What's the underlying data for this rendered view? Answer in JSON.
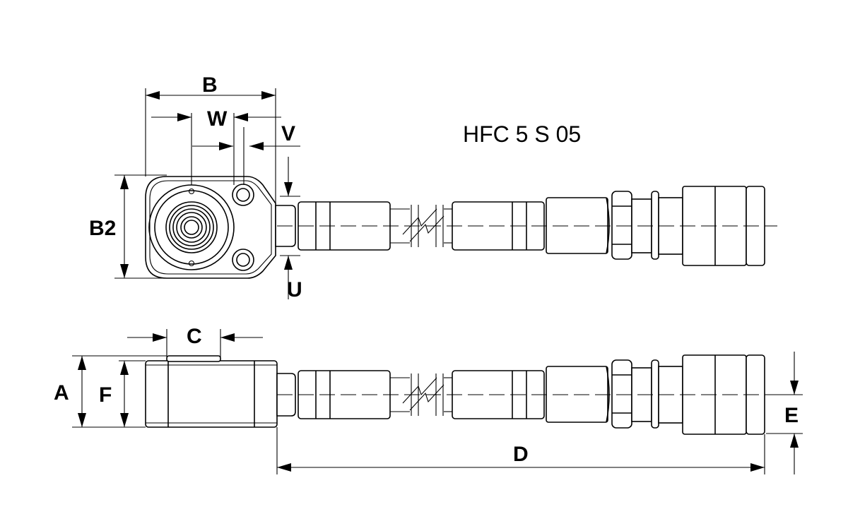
{
  "title": "HFC 5 S 05",
  "dimension_labels": {
    "B": "B",
    "W": "W",
    "V": "V",
    "B2": "B2",
    "U": "U",
    "C": "C",
    "A": "A",
    "F": "F",
    "D": "D",
    "E": "E"
  }
}
